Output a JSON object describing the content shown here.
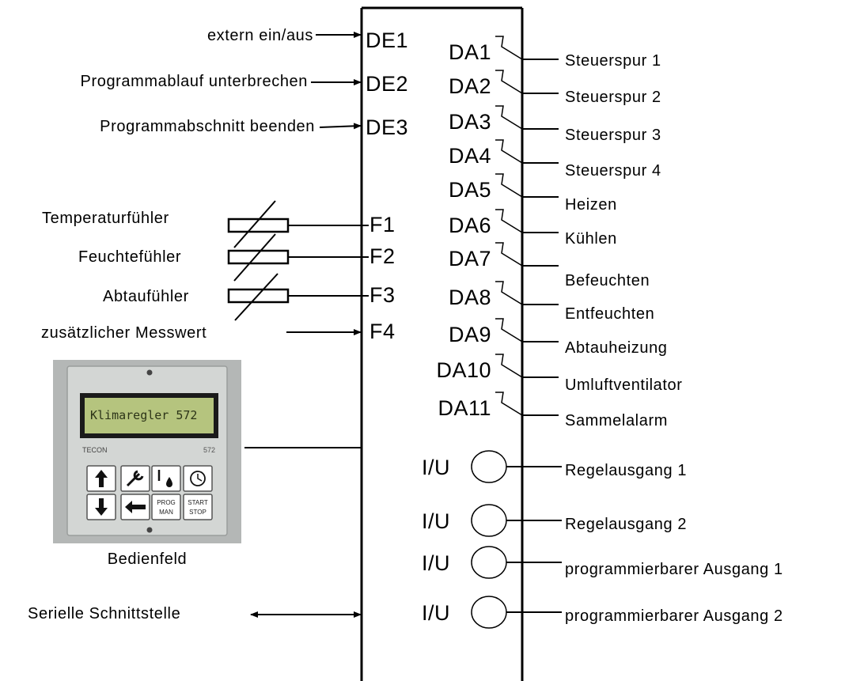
{
  "inputs": {
    "de1": {
      "name": "DE1",
      "label": "extern ein/aus"
    },
    "de2": {
      "name": "DE2",
      "label": "Programmablauf unterbrechen"
    },
    "de3": {
      "name": "DE3",
      "label": "Programmabschnitt beenden"
    }
  },
  "sensors": {
    "f1": {
      "name": "F1",
      "label": "Temperaturfühler"
    },
    "f2": {
      "name": "F2",
      "label": "Feuchtefühler"
    },
    "f3": {
      "name": "F3",
      "label": "Abtaufühler"
    },
    "f4": {
      "name": "F4",
      "label": "zusätzlicher Messwert"
    }
  },
  "outputs": [
    {
      "name": "DA1",
      "label": "Steuerspur 1"
    },
    {
      "name": "DA2",
      "label": "Steuerspur 2"
    },
    {
      "name": "DA3",
      "label": "Steuerspur 3"
    },
    {
      "name": "DA4",
      "label": "Steuerspur 4"
    },
    {
      "name": "DA5",
      "label": "Heizen"
    },
    {
      "name": "DA6",
      "label": "Kühlen"
    },
    {
      "name": "DA7",
      "label": "Befeuchten"
    },
    {
      "name": "DA8",
      "label": "Entfeuchten"
    },
    {
      "name": "DA9",
      "label": "Abtauheizung"
    },
    {
      "name": "DA10",
      "label": "Umluftventilator"
    },
    {
      "name": "DA11",
      "label": "Sammelalarm"
    }
  ],
  "analog_outputs": [
    {
      "name": "I/U",
      "label": "Regelausgang 1"
    },
    {
      "name": "I/U",
      "label": "Regelausgang 2"
    },
    {
      "name": "I/U",
      "label": "programmierbarer Ausgang 1"
    },
    {
      "name": "I/U",
      "label": "programmierbarer Ausgang 2"
    }
  ],
  "panel": {
    "caption": "Bedienfeld",
    "display_text": "Klimaregler  572",
    "brand": "TECON",
    "model": "572",
    "key_prog": "PROG",
    "key_man": "MAN",
    "key_start": "START",
    "key_stop": "STOP"
  },
  "serial": {
    "label": "Serielle Schnittstelle"
  }
}
